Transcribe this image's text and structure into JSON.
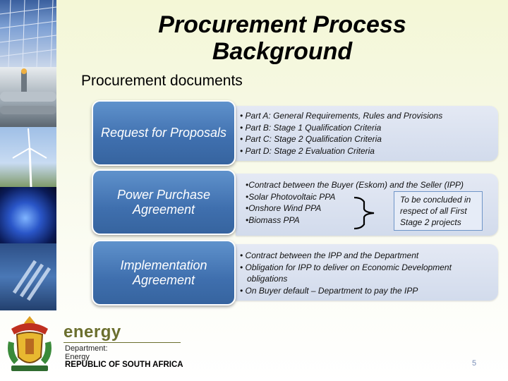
{
  "slide": {
    "title_line1": "Procurement Process",
    "title_line2": "Background",
    "subtitle": "Procurement documents",
    "page_number": "5"
  },
  "rows": [
    {
      "label": "Request for Proposals",
      "bullets": [
        "• Part A: General Requirements, Rules and Provisions",
        "• Part B: Stage 1 Qualification Criteria",
        "• Part C: Stage 2 Qualification Criteria",
        "• Part D: Stage 2 Evaluation Criteria"
      ]
    },
    {
      "label": "Power Purchase Agreement",
      "bullets": [
        "•Contract between the Buyer (Eskom) and the Seller (IPP)",
        "•Solar Photovoltaic PPA",
        "•Onshore Wind PPA",
        "•Biomass PPA"
      ],
      "note": "To be concluded in respect of all First Stage 2 projects"
    },
    {
      "label": "Implementation Agreement",
      "bullets": [
        "• Contract between the IPP and the Department",
        "• Obligation for IPP to deliver on Economic Development obligations",
        "• On Buyer default – Department to pay the IPP"
      ]
    }
  ],
  "footer": {
    "logo_word": "energy",
    "dept_line1": "Department:",
    "dept_line2": "Energy",
    "country": "REPUBLIC OF SOUTH AFRICA"
  },
  "colors": {
    "box_blue": "#4a7bbd",
    "box_light": "#d9e1f0",
    "logo_olive": "#6b6f2e"
  }
}
